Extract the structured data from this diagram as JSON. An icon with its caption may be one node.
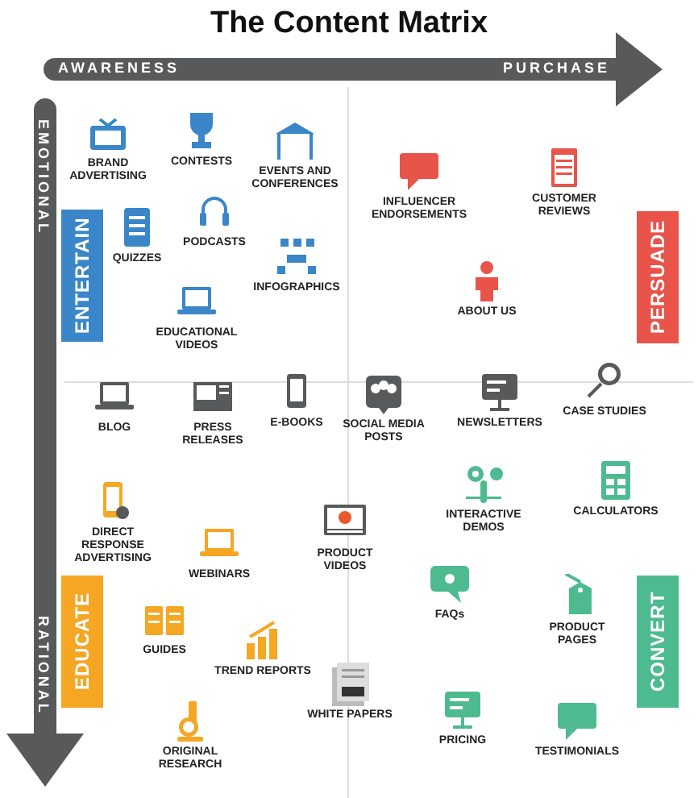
{
  "diagram": {
    "title": "The Content Matrix",
    "nodes": [
      {
        "text": [
          "ENTERTAIN"
        ]
      },
      {
        "text": [
          "PERSUADE"
        ]
      },
      {
        "text": [
          "EDUCATE"
        ]
      },
      {
        "text": [
          "CONVERT"
        ]
      }
    ],
    "edges": [],
    "labels": [
      "AWARENESS",
      "PURCHASE",
      "EMOTIONAL",
      "RATIONAL",
      "BRAND ADVERTISING",
      "CONTESTS",
      "EVENTS AND CONFERENCES",
      "INFLUENCER ENDORSEMENTS",
      "CUSTOMER REVIEWS",
      "QUIZZES",
      "PODCASTS",
      "INFOGRAPHICS",
      "ABOUT US",
      "EDUCATIONAL VIDEOS",
      "BLOG",
      "PRESS RELEASES",
      "E-BOOKS",
      "SOCIAL MEDIA POSTS",
      "NEWSLETTERS",
      "CASE STUDIES",
      "INTERACTIVE DEMOS",
      "CALCULATORS",
      "DIRECT RESPONSE ADVERTISING",
      "WEBINARS",
      "PRODUCT VIDEOS",
      "FAQs",
      "PRODUCT PAGES",
      "GUIDES",
      "TREND REPORTS",
      "WHITE PAPERS",
      "PRICING",
      "TESTIMONIALS",
      "ORIGINAL RESEARCH"
    ]
  }
}
